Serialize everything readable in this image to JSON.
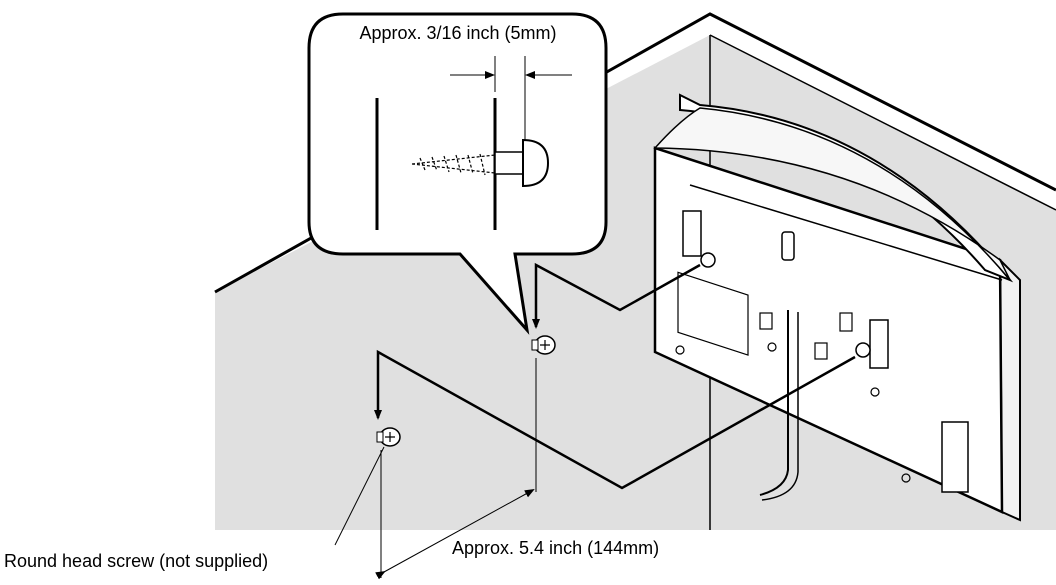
{
  "callout": {
    "text": "Approx. 3/16 inch (5mm)"
  },
  "dimension": {
    "text": "Approx. 5.4 inch (144mm)"
  },
  "screw_label": {
    "text": "Round head screw (not supplied)"
  },
  "colors": {
    "wall": "#e0e0e0",
    "line": "#000000",
    "device": "#ffffff",
    "background": "#ffffff"
  }
}
